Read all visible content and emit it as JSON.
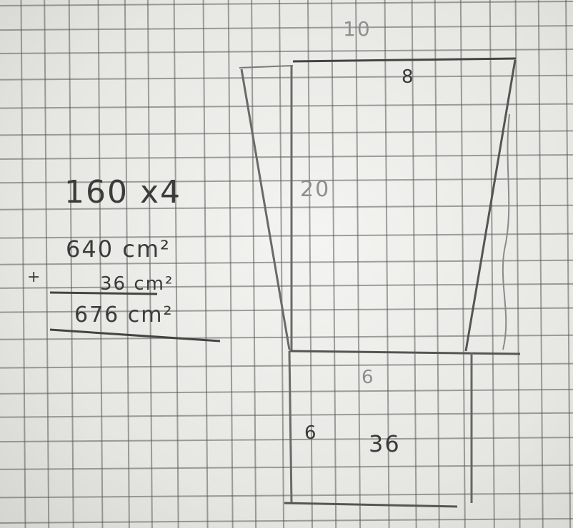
{
  "sketch": {
    "calc_line1": "160 x4",
    "calc_line2": "640 cm²",
    "calc_line3": "36 cm²",
    "calc_line4": "676 cm²",
    "plus_sign": "+",
    "dim_top": "10",
    "dim_top_right": "8",
    "dim_height": "20",
    "dim_bottom_top": "6",
    "dim_bottom_side": "6",
    "area_square": "36"
  },
  "colors": {
    "paper": "#eeeeec",
    "grid": "#5a5a5a",
    "pencil": "#3b3b3b"
  }
}
